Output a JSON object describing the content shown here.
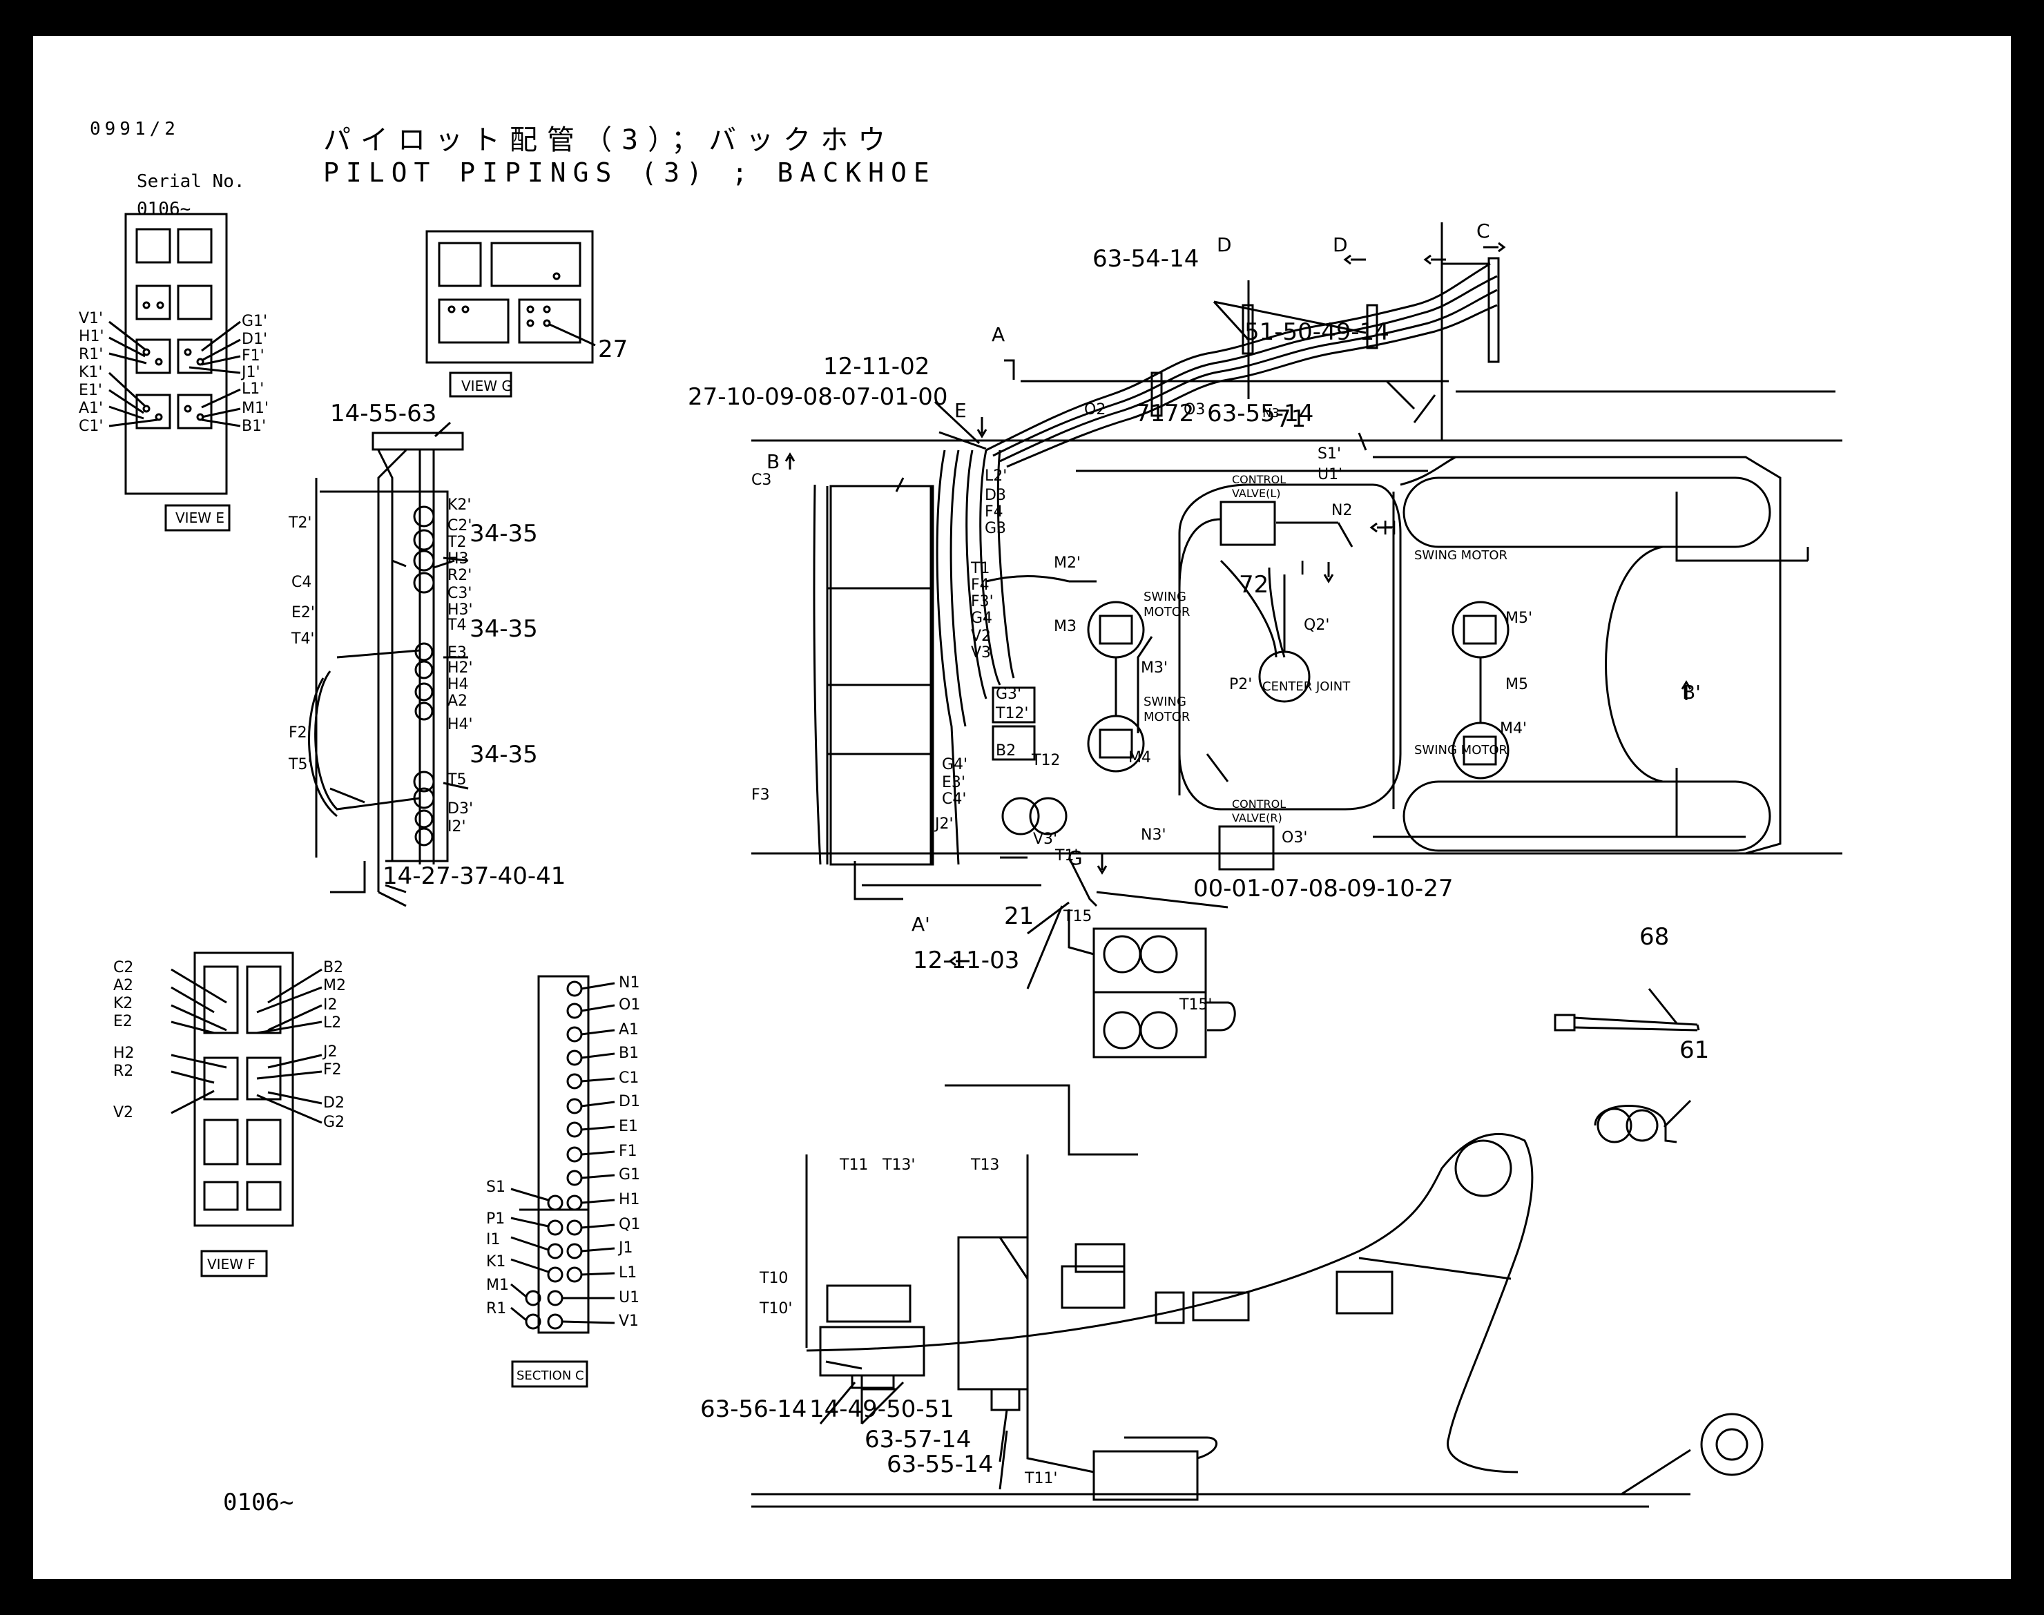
{
  "header": {
    "page_code": "0991/2",
    "serial_label": "Serial No.",
    "serial_range": "0106~",
    "title_jp": "パイロット配管（3）；バックホウ",
    "title_en": "PILOT PIPINGS (3) ; BACKHOE"
  },
  "footer": {
    "serial": "0106~"
  },
  "views": {
    "view_e": "VIEW E",
    "view_g": "VIEW G",
    "view_f": "VIEW F",
    "section_c": "SECTION C"
  },
  "view_e_ports": {
    "left": [
      "V1'",
      "H1'",
      "R1'",
      "K1'",
      "E1'",
      "A1'",
      "C1'"
    ],
    "right": [
      "G1'",
      "D1'",
      "F1'",
      "J1'",
      "L1'",
      "M1'",
      "B1'"
    ]
  },
  "view_f_ports": {
    "left": [
      "C2",
      "A2",
      "K2",
      "E2",
      "H2",
      "R2",
      "V2"
    ],
    "right": [
      "B2",
      "M2",
      "I2",
      "L2",
      "J2",
      "F2",
      "D2",
      "G2"
    ]
  },
  "section_c_ports": {
    "right": [
      "N1",
      "O1",
      "A1",
      "B1",
      "C1",
      "D1",
      "E1",
      "F1",
      "G1",
      "H1",
      "Q1",
      "J1",
      "L1",
      "U1",
      "V1"
    ],
    "left": [
      "S1",
      "P1",
      "I1",
      "K1",
      "M1",
      "R1"
    ]
  },
  "block_ports": [
    "K2'",
    "C2'",
    "T2",
    "T4",
    "E3",
    "H2'",
    "H4",
    "A2",
    "H4'",
    "T5",
    "D3'",
    "I2'",
    "H3",
    "R2'",
    "C3'",
    "H3'",
    "T2'",
    "C4",
    "E2'",
    "T4'",
    "F2'",
    "T5'"
  ],
  "part_numbers": {
    "p27": "27",
    "p14_55_63": "14-55-63",
    "p34_35_a": "34-35",
    "p34_35_b": "34-35",
    "p34_35_c": "34-35",
    "p14_27_37_40_41": "14-27-37-40-41",
    "p63_54_14": "63-54-14",
    "p51_50_49_14": "51-50-49-14",
    "p12_11_02": "12-11-02",
    "p27_10_09": "27-10-09-08-07-01-00",
    "p63_55_14_top": "63-55-14",
    "p71_top": "71",
    "p71": "71",
    "p72_top": "72",
    "p72": "72",
    "p00_01_07": "00-01-07-08-09-10-27",
    "p21": "21",
    "p12_11_03": "12-11-03",
    "p68": "68",
    "p61": "61",
    "p63_56_14": "63-56-14",
    "p14_49_50_51": "14-49-50-51",
    "p63_57_14": "63-57-14",
    "p63_55_14_bottom": "63-55-14"
  },
  "main_labels": {
    "c3": "C3",
    "l2p": "L2'",
    "d3": "D3",
    "f4": "F4",
    "g3": "G3",
    "t1": "T1",
    "f4b": "F4",
    "f3p": "F3'",
    "g4": "G4",
    "v2": "V2",
    "v3": "V3",
    "g3p": "G3'",
    "t12p": "T12'",
    "b2": "B2",
    "t12": "T12",
    "g4p": "G4'",
    "e3p": "E3'",
    "c4p": "C4'",
    "j2p": "J2'",
    "f3": "F3",
    "v3p": "V3'",
    "t1p": "T1'",
    "t15": "T15",
    "t15p": "T15'",
    "o2": "O2",
    "o3": "O3",
    "n3": "N3",
    "s1p": "S1'",
    "u1p": "U1'",
    "n2": "N2",
    "m2p": "M2'",
    "m3": "M3",
    "m3p": "M3'",
    "m4": "M4",
    "q2p": "Q2'",
    "p2p": "P2'",
    "n3p": "N3'",
    "o3p": "O3'",
    "m5p": "M5'",
    "m5": "M5",
    "m4p": "M4'",
    "t11": "T11",
    "t13p": "T13'",
    "t13": "T13",
    "t10": "T10",
    "t10p": "T10'",
    "t11p": "T11'"
  },
  "component_labels": {
    "control_valve_l": [
      "CONTROL",
      "VALVE(L)"
    ],
    "control_valve_r": [
      "CONTROL",
      "VALVE(R)"
    ],
    "swing_motor": [
      "SWING",
      "MOTOR"
    ],
    "center_joint": "CENTER JOINT",
    "swing_motor_text": "SWING MOTOR"
  },
  "arrows": {
    "a": "A",
    "a_prime": "A'",
    "b": "B",
    "b_prime": "B'",
    "c": "C",
    "d1": "D",
    "d2": "D",
    "e": "E",
    "g": "G",
    "h": "H",
    "i": "I"
  }
}
